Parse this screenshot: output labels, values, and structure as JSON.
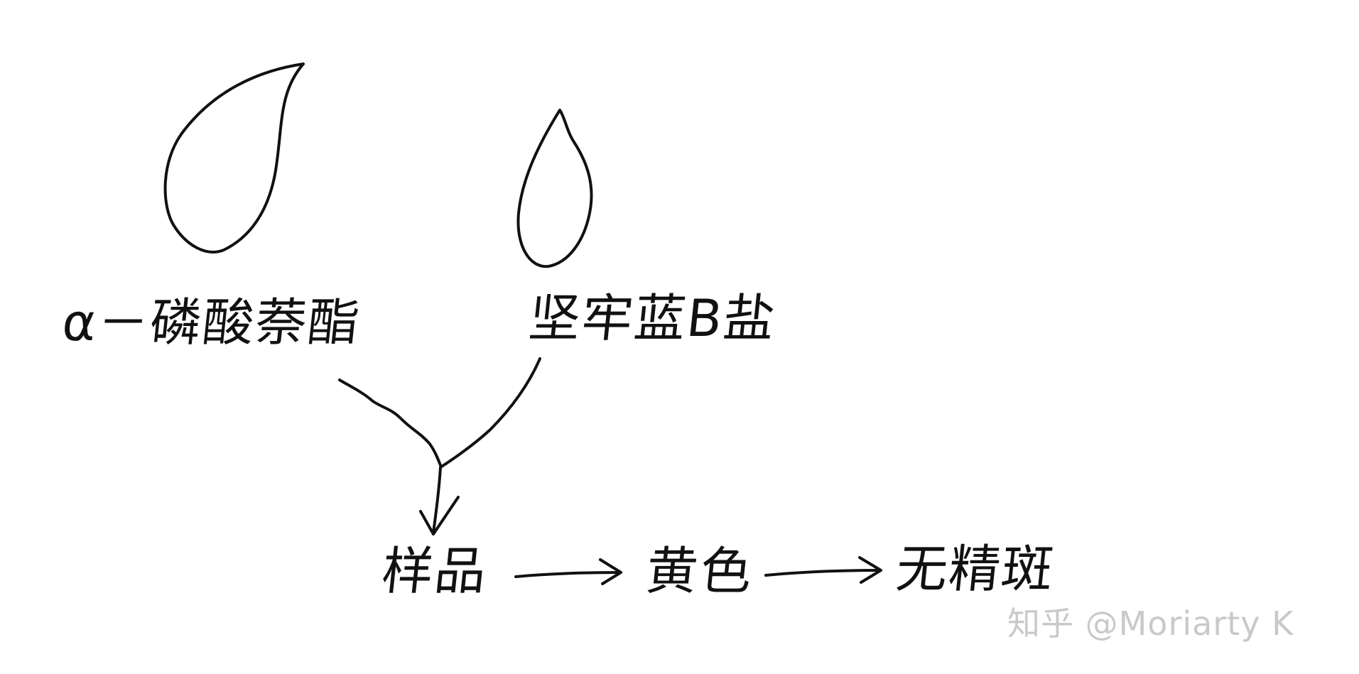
{
  "diagram": {
    "reagent_a": "α－磷酸萘酯",
    "reagent_b": "坚牢蓝B盐",
    "sample": "样品",
    "color_result": "黄色",
    "conclusion": "无精斑"
  },
  "watermark": {
    "text": "知乎 @Moriarty K"
  },
  "colors": {
    "ink": "#111111",
    "watermark": "#c9c9c9",
    "background": "#ffffff"
  }
}
